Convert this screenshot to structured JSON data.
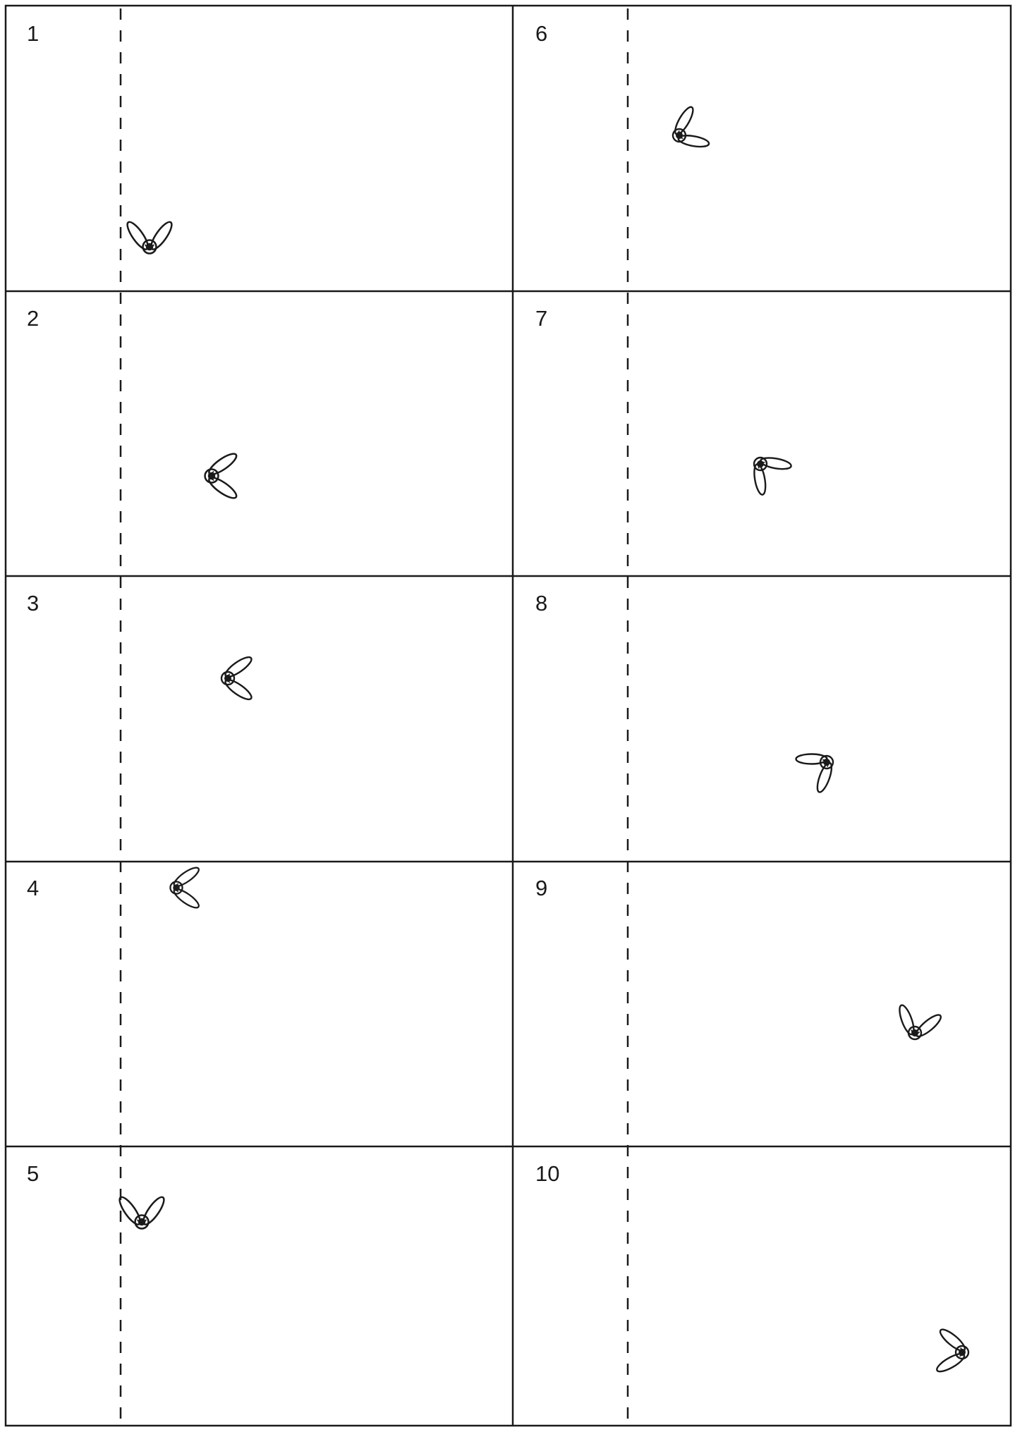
{
  "panels": [
    {
      "label": "1",
      "icon": "fly-icon"
    },
    {
      "label": "2",
      "icon": "fly-icon"
    },
    {
      "label": "3",
      "icon": "fly-icon"
    },
    {
      "label": "4",
      "icon": "fly-icon"
    },
    {
      "label": "5",
      "icon": "fly-icon"
    },
    {
      "label": "6",
      "icon": "fly-icon"
    },
    {
      "label": "7",
      "icon": "fly-icon"
    },
    {
      "label": "8",
      "icon": "fly-icon"
    },
    {
      "label": "9",
      "icon": "fly-icon"
    },
    {
      "label": "10",
      "icon": "fly-icon"
    }
  ],
  "colors": {
    "line": "#1a1a1a",
    "background": "#ffffff"
  }
}
